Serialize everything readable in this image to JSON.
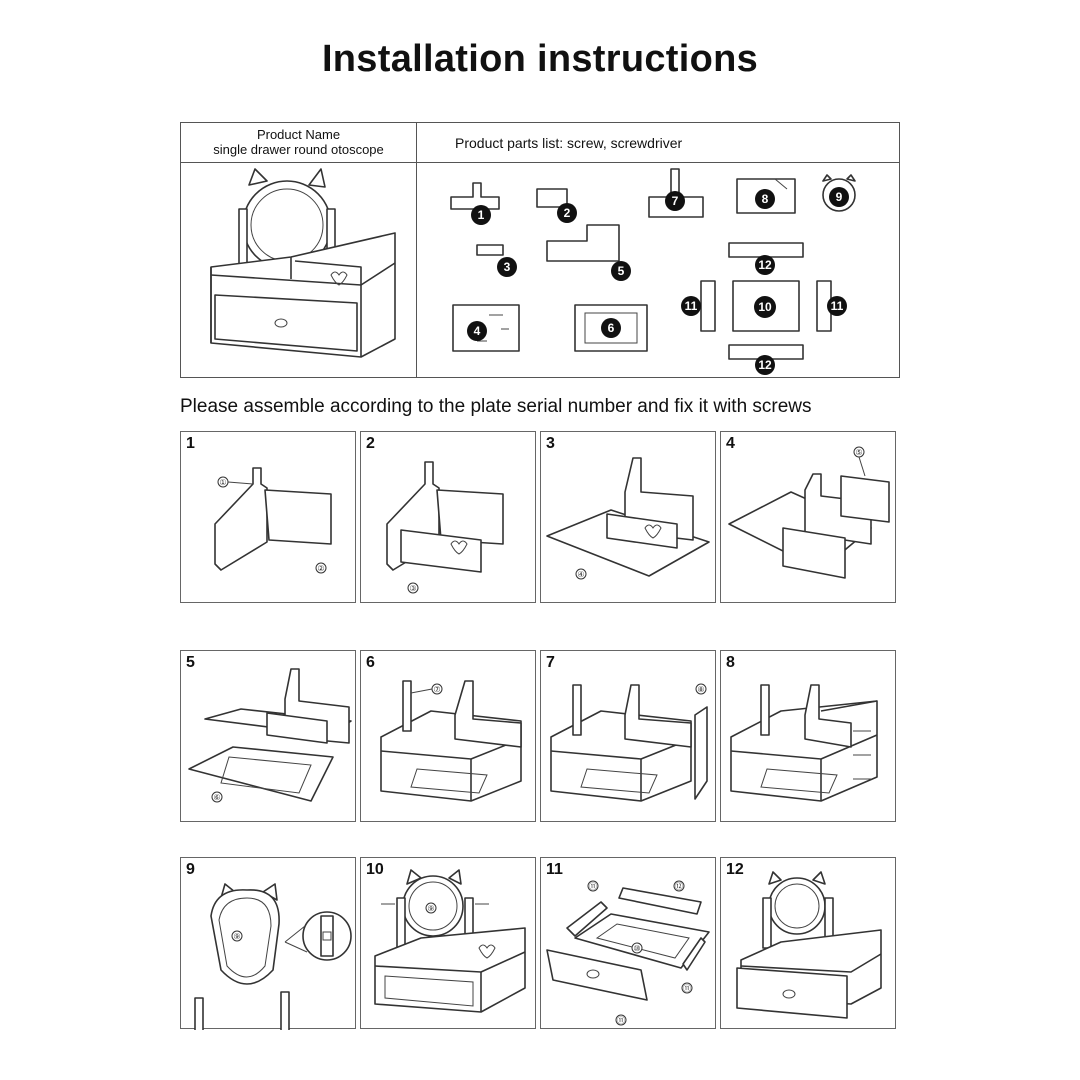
{
  "title": "Installation instructions",
  "header": {
    "product_name_label": "Product Name",
    "product_name_value": "single drawer round otoscope",
    "parts_list": "Product parts list: screw, screwdriver"
  },
  "parts": [
    "1",
    "2",
    "3",
    "4",
    "5",
    "6",
    "7",
    "8",
    "9",
    "10",
    "11",
    "12"
  ],
  "instruction": "Please assemble according to the plate serial number and fix it with screws",
  "steps": [
    {
      "num": "1",
      "marks": [
        "①",
        "②"
      ]
    },
    {
      "num": "2",
      "marks": [
        "③"
      ]
    },
    {
      "num": "3",
      "marks": [
        "④"
      ]
    },
    {
      "num": "4",
      "marks": [
        "⑤"
      ]
    },
    {
      "num": "5",
      "marks": [
        "⑥"
      ]
    },
    {
      "num": "6",
      "marks": [
        "⑦"
      ]
    },
    {
      "num": "7",
      "marks": [
        "⑧"
      ]
    },
    {
      "num": "8",
      "marks": []
    },
    {
      "num": "9",
      "marks": [
        "⑨"
      ]
    },
    {
      "num": "10",
      "marks": [
        "⑨"
      ]
    },
    {
      "num": "11",
      "marks": [
        "⑪",
        "⑫",
        "⑩",
        "⑪",
        "⑪"
      ]
    },
    {
      "num": "12",
      "marks": []
    }
  ]
}
